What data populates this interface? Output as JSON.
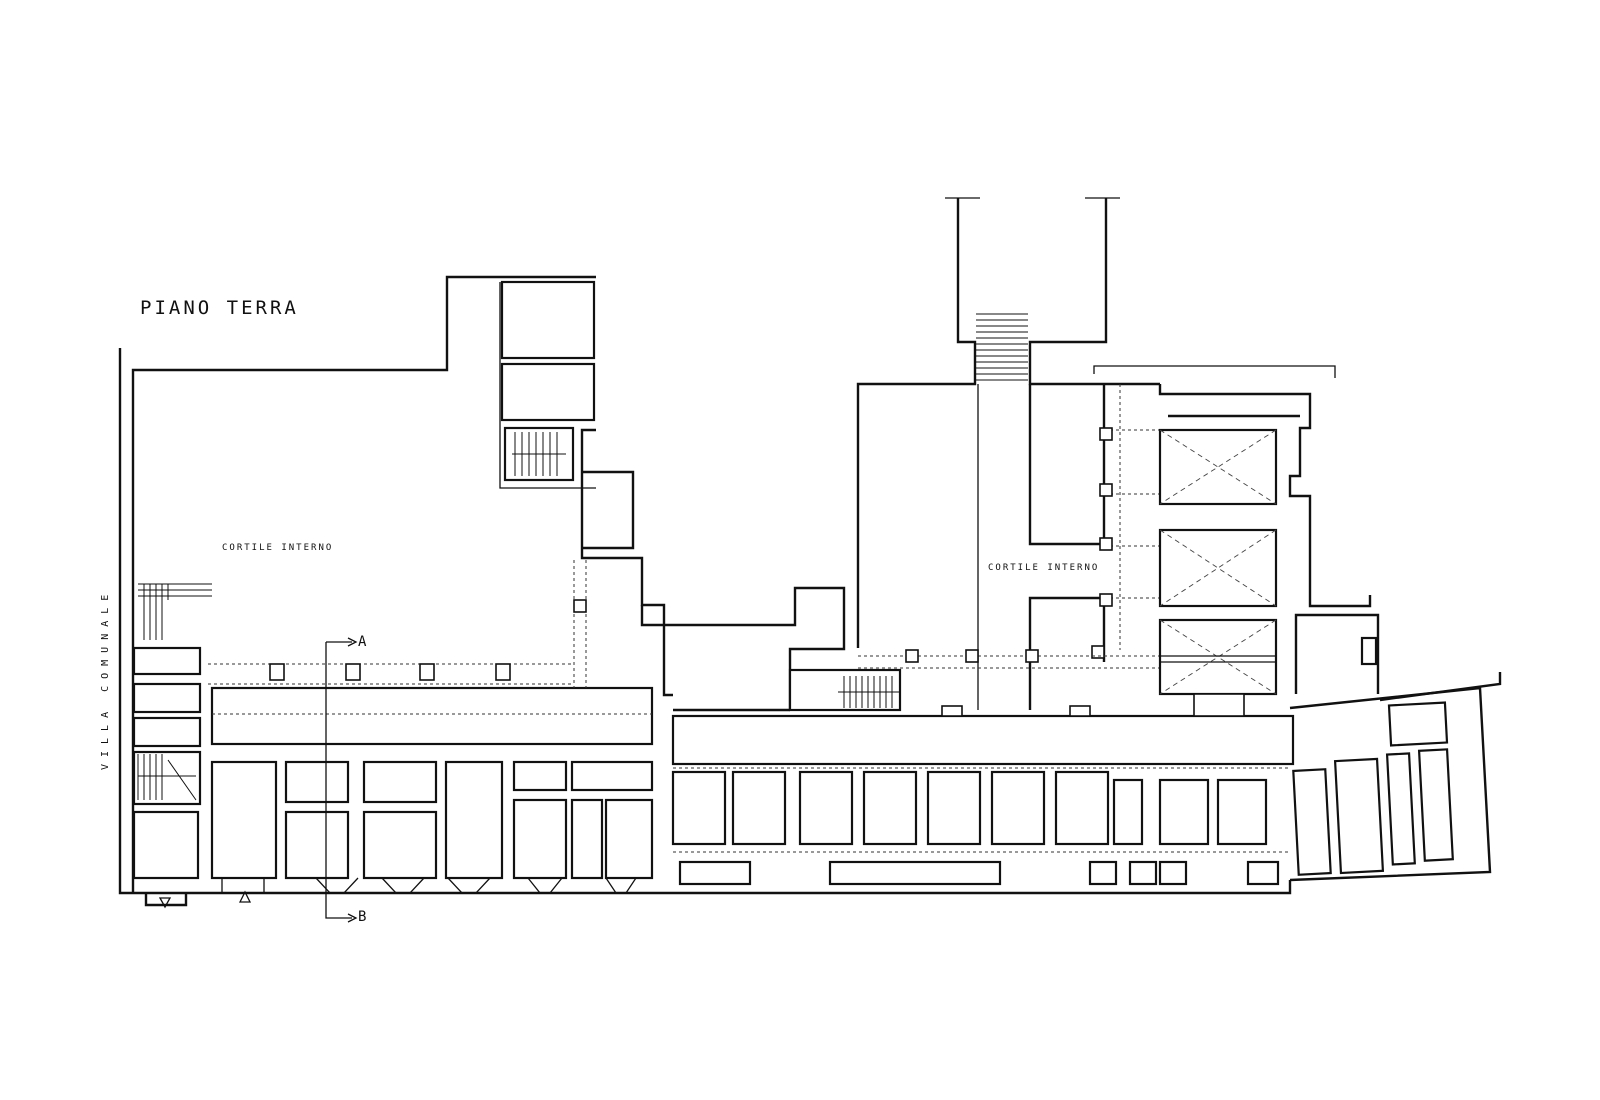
{
  "plan": {
    "title": "PIANO TERRA",
    "courtyard_west": "CORTILE INTERNO",
    "courtyard_east": "CORTILE INTERNO",
    "street": "VILLA COMUNALE",
    "section_a": "A",
    "section_b": "B"
  }
}
